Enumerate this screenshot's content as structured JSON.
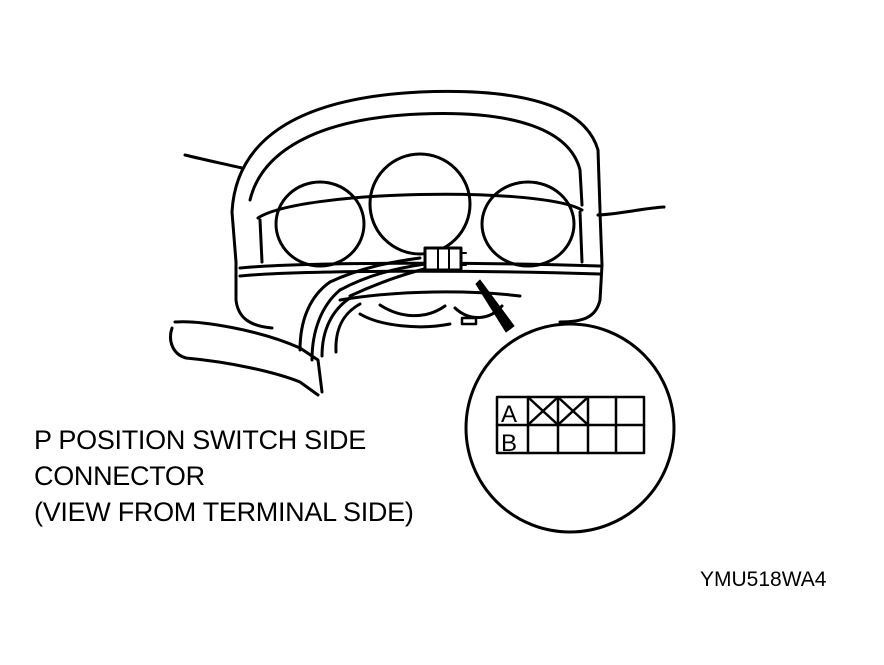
{
  "caption": {
    "line1": "P POSITION SWITCH SIDE",
    "line2": "CONNECTOR",
    "line3": "(VIEW FROM TERMINAL SIDE)"
  },
  "figure_code": "YMU518WA4",
  "connector": {
    "row_a_label": "A",
    "row_b_label": "B",
    "row_a_terminals": [
      "unused",
      "unused",
      "",
      ""
    ],
    "row_b_terminals": [
      "",
      "",
      "",
      ""
    ]
  }
}
